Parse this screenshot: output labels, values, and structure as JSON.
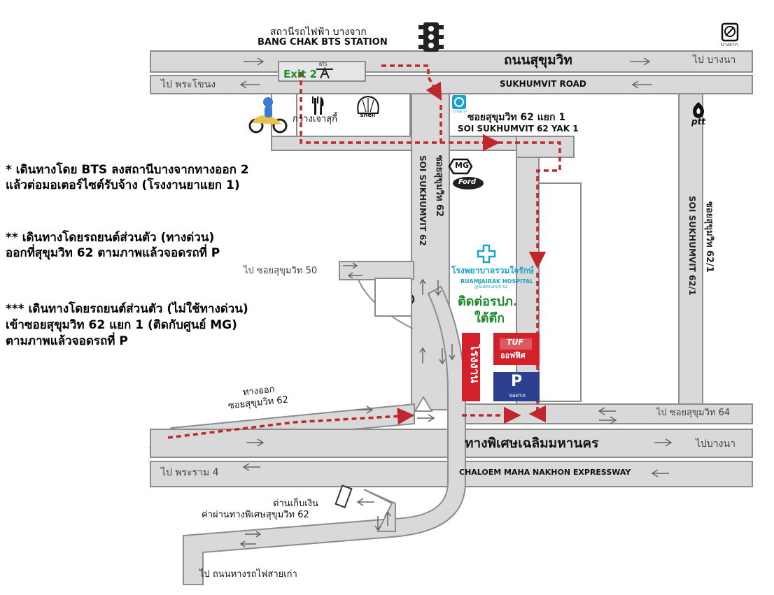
{
  "map": {
    "bts_station_th": "สถานีรถไฟฟ้า บางจาก",
    "bts_station_en": "BANG CHAK BTS STATION",
    "bts_mark": "BTS",
    "exit_label": "Exit 2",
    "top_right_logo_text": "บางจาก",
    "road_sukhumvit_th": "ถนนสุขุมวิท",
    "road_sukhumvit_en": "SUKHUMVIT ROAD",
    "to_bangna_top": "ไป บางนา",
    "to_phrakhanong": "ไป พระโขนง",
    "shop_kuang": "กวางเจาสุกี้",
    "shell": "Shell",
    "bangchak_station_text": "บางจาก",
    "soi62_yak1_th": "ซอยสุขุมวิท 62 แยก 1",
    "soi62_yak1_en": "SOI SUKHUMVIT 62 YAK 1",
    "ptt": "ptt",
    "soi62_th": "ซอยสุขุมวิท 62",
    "soi62_en": "SOI SUKHUMVIT 62",
    "soi62_1_th": "ซอยสุขุมวิท 62/1",
    "soi62_1_en": "SOI SUKHUMVIT 62/1",
    "mg": "MG",
    "ford": "Ford",
    "to_soi50": "ไป ซอยสุขุมวิท 50",
    "hospital_th": "โรงพยาบาลรวมใจรักษ์",
    "hospital_en": "RUAMJAIRAK HOSPITAL",
    "hospital_sub": "@Sukhumvit 62",
    "contact_line1": "ติดต่อรปภ.",
    "contact_line2": "ใต้ตึก",
    "factory": "โรงงาน",
    "office": "ออฟฟิศ",
    "office_logo": "TUF",
    "parking": "P",
    "parking_sub": "จอดรถ",
    "exit_soi62_line1": "ทางออก",
    "exit_soi62_line2": "ซอยสุขุมวิท 62",
    "to_soi64": "ไป ซอยสุขุมวิท 64",
    "expressway_th": "ทางพิเศษเฉลิมมหานคร",
    "expressway_en": "CHALOEM MAHA NAKHON EXPRESSWAY",
    "to_bangna_exp": "ไปบางนา",
    "to_rama4": "ไป พระราม 4",
    "toll_line1": "ด่านเก็บเงิน",
    "toll_line2": "ค่าผ่านทางพิเศษสุขุมวิท 62",
    "to_old_rail": "ไป ถนนทางรถไฟสายเก่า"
  },
  "notes": {
    "bts_line1": "* เดินทางโดย BTS ลงสถานีบางจากทางออก 2",
    "bts_line2": "แล้วต่อมอเตอร์ไซต์รับจ้าง (โรงงานยาแยก 1)",
    "exp_line1": "** เดินทางโดยรถยนต์ส่วนตัว (ทางด่วน)",
    "exp_line2": "ออกที่สุขุมวิท 62 ตามภาพแล้วจอดรถที่ P",
    "nonexp_line1": "*** เดินทางโดยรถยนต์ส่วนตัว (ไม่ใช้ทางด่วน)",
    "nonexp_line2": "เข้าซอยสุขุมวิท 62 แยก 1 (ติดกับศูนย์ MG)",
    "nonexp_line3": "ตามภาพแล้วจอดรถที่ P"
  },
  "colors": {
    "road_fill": "#d9d9d9",
    "road_edge": "#8c8c8c",
    "route_dash": "#c0272d",
    "factory_red": "#d3202a",
    "parking_blue": "#2d3f8f",
    "hospital_teal": "#1aa3c9",
    "green_text": "#1e8a2e"
  },
  "icons": [
    "traffic-light-icon",
    "bangchak-logo-icon",
    "bts-logo-icon",
    "fork-knife-icon",
    "shell-logo-icon",
    "ptt-logo-icon",
    "mg-logo-icon",
    "ford-logo-icon",
    "hospital-cross-icon",
    "motorbike-taxi-icon",
    "arrow-icon"
  ]
}
